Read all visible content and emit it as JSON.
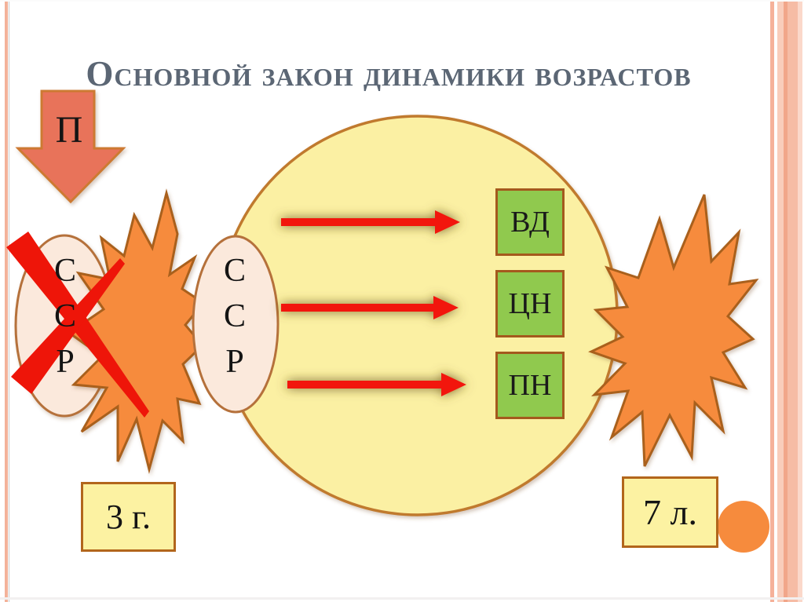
{
  "slide": {
    "title": "Основной закон динамики возрастов"
  },
  "pressure": {
    "label": "П"
  },
  "ellipses": {
    "old": {
      "letters": [
        "С",
        "С",
        "Р"
      ],
      "crossed_out": true
    },
    "new": {
      "letters": [
        "С",
        "С",
        "Р"
      ],
      "crossed_out": false
    }
  },
  "zones": {
    "items": [
      {
        "label": "ВД"
      },
      {
        "label": "ЦН"
      },
      {
        "label": "ПН"
      }
    ]
  },
  "ages": {
    "start": "3 г.",
    "end": "7 л."
  },
  "colors": {
    "title_text": "#5b6674",
    "burst_orange": "#f68b3d",
    "burst_border": "#a9601f",
    "circle_fill": "#fbf0a3",
    "circle_border": "#c07a2e",
    "ellipse_fill": "#fbe9dc",
    "ellipse_border": "#b5713b",
    "zone_fill": "#90c94e",
    "zone_border": "#a4591d",
    "age_fill": "#fcf2a2",
    "age_border": "#b2661c",
    "arrow_red": "#f2150a",
    "arrow_glow": "#6e5a1e",
    "pressure_fill": "#e8735a",
    "pressure_border": "#cd7a33",
    "frame_stripe": "#f3b29a"
  }
}
